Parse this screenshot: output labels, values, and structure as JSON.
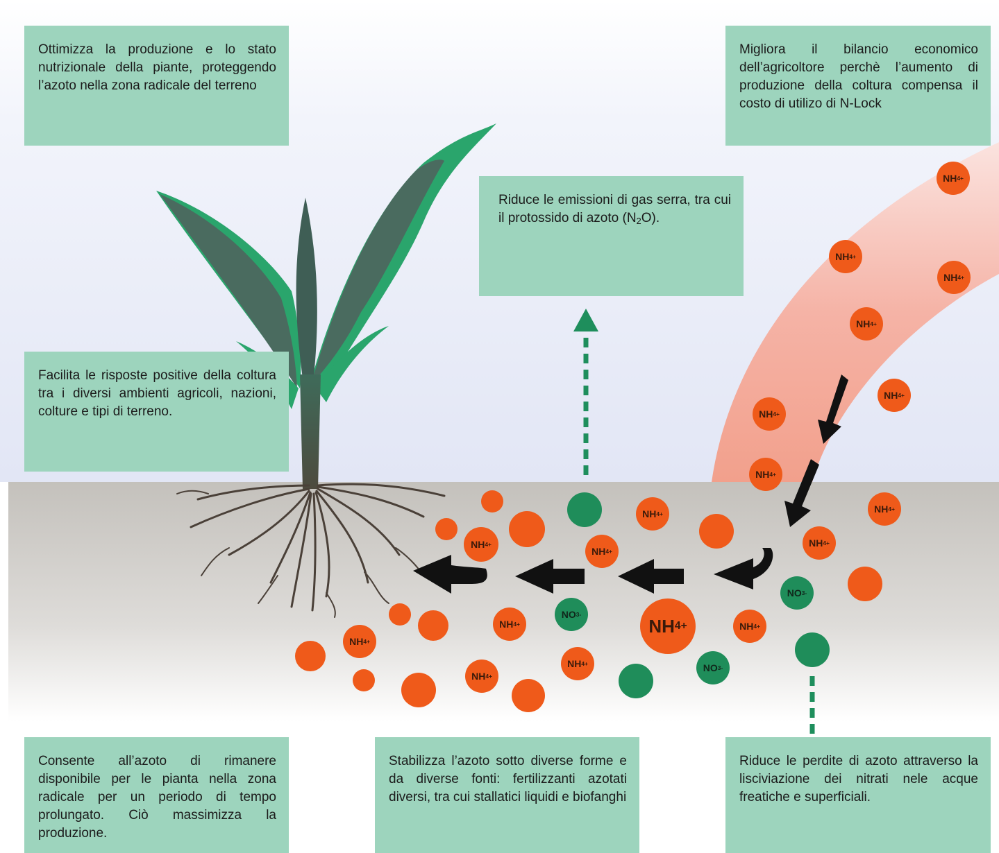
{
  "boxes": {
    "top_left": "Ottimizza la produzione e lo stato nutrizionale della piante, proteggendo l’azoto nella zona radicale del terreno",
    "top_right": "Migliora il bilancio economico dell’agricoltore perchè l’aumento di produzione della coltura compensa il costo di utilizo di N-Lock",
    "center_top_a": "Riduce le emissioni di gas serra, tra cui il protossido di azoto (N",
    "center_top_sub": "2",
    "center_top_b": "O).",
    "mid_left": "Facilita le risposte positive della coltura tra i diversi ambienti agricoli, nazioni, colture e tipi di terreno.",
    "bottom_left": "Consente all’azoto di rimanere disponibile per le pianta nella zona radicale per un periodo di tempo prolungato. Ciò massimizza la produzione.",
    "bottom_center": "Stabilizza l’azoto sotto diverse forme e da diverse fonti: fertilizzanti azotati diversi, tra cui stallatici liquidi e biofanghi",
    "bottom_right": "Riduce le perdite di azoto attraverso la lisciviazione dei nitrati nele acque freatiche e superficiali."
  },
  "ions": {
    "nh4": {
      "base": "NH",
      "sub": "4",
      "sup": "+"
    },
    "no3": {
      "base": "NO",
      "sub": "3",
      "sup": "-"
    }
  },
  "colors": {
    "box_fill": "#9dd4bd",
    "nh4_orange": "#ef5a1a",
    "no3_green": "#1f8d5a",
    "arrow": "#111111",
    "dashed_arrow": "#1e8e5c",
    "sky": "#e6e9f6",
    "soil": "#c9c6c1",
    "fertilizer_band": "#f2a89a"
  }
}
